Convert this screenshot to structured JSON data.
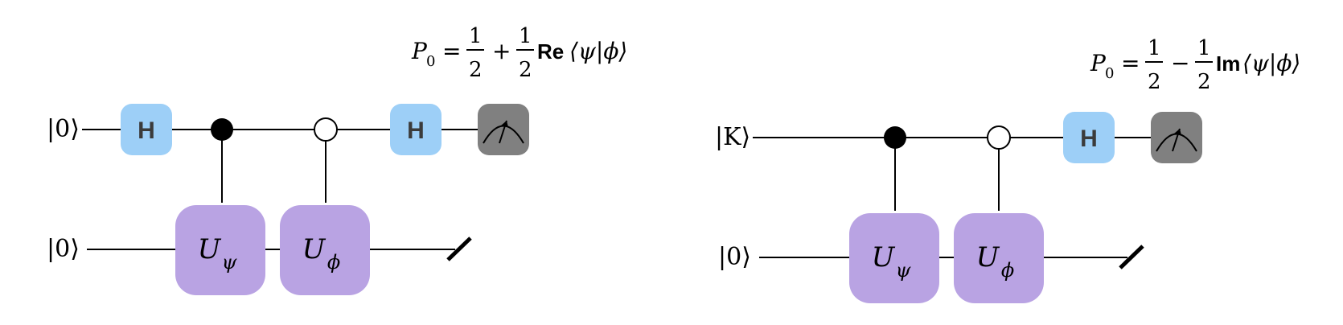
{
  "circuits": [
    {
      "id": "real-part",
      "formula": {
        "lhs": "P",
        "lhs_sub": "0",
        "eq": "=",
        "frac1_num": "1",
        "frac1_den": "2",
        "op": "+",
        "frac2_num": "1",
        "frac2_den": "2",
        "part": "Re",
        "bracket": "⟨ψ|ϕ⟩"
      },
      "top_ket": "|0⟩",
      "bottom_ket": "|0⟩",
      "h_label": "H",
      "u1_label": "U",
      "u1_sub": "ψ",
      "u2_label": "U",
      "u2_sub": "ϕ"
    },
    {
      "id": "imag-part",
      "formula": {
        "lhs": "P",
        "lhs_sub": "0",
        "eq": "=",
        "frac1_num": "1",
        "frac1_den": "2",
        "op": "−",
        "frac2_num": "1",
        "frac2_den": "2",
        "part": "Im",
        "bracket": "⟨ψ|ϕ⟩"
      },
      "top_ket": "|K⟩",
      "bottom_ket": "|0⟩",
      "h_label": "H",
      "u1_label": "U",
      "u1_sub": "ψ",
      "u2_label": "U",
      "u2_sub": "ϕ"
    }
  ],
  "colors": {
    "hadamard": "#9dcff7",
    "unitary": "#b9a3e3",
    "measurement": "#808080"
  }
}
